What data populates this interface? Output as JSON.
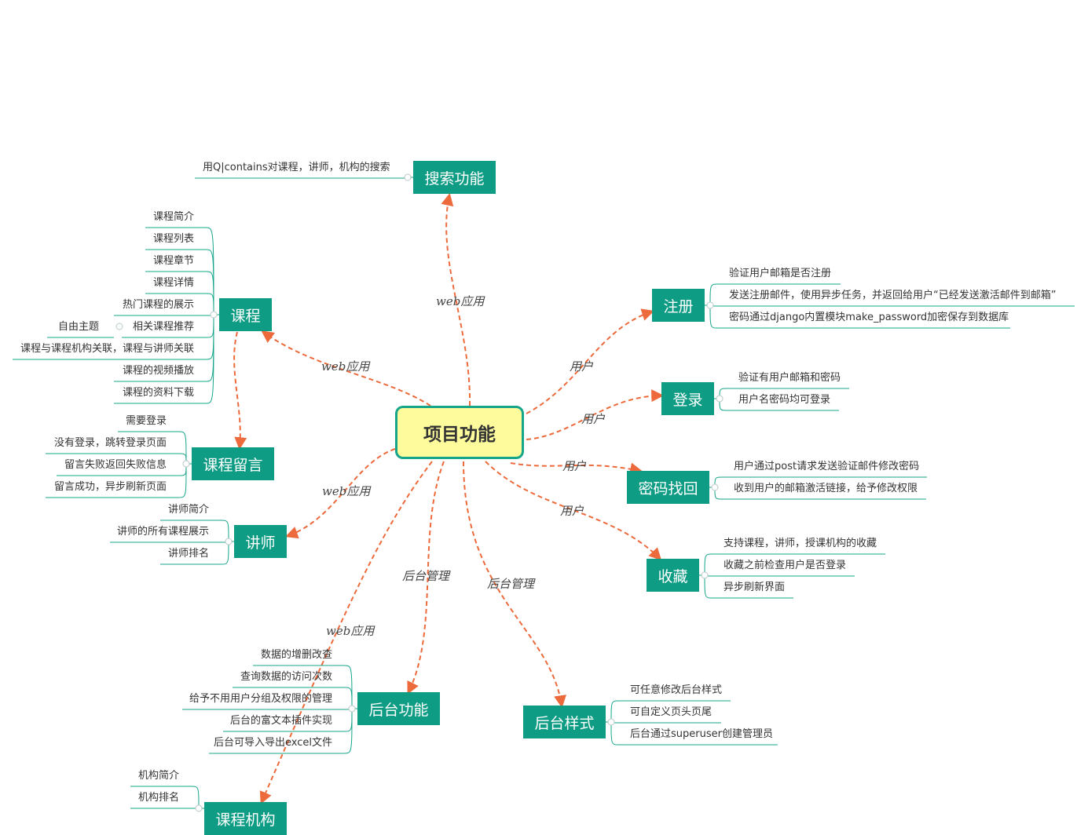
{
  "center": "项目功能",
  "edge_labels": {
    "web": "web应用",
    "user": "用户",
    "admin": "后台管理"
  },
  "nodes": {
    "search": "搜索功能",
    "course": "课程",
    "comment": "课程留言",
    "teacher": "讲师",
    "org": "课程机构",
    "admin_func": "后台功能",
    "admin_style": "后台样式",
    "register": "注册",
    "login": "登录",
    "pwd": "密码找回",
    "fav": "收藏"
  },
  "leaves": {
    "search": [
      "用Q|contains对课程，讲师，机构的搜索"
    ],
    "course": [
      "课程简介",
      "课程列表",
      "课程章节",
      "课程详情",
      "热门课程的展示",
      "相关课程推荐",
      "课程与课程机构关联，课程与讲师关联",
      "课程的视频播放",
      "课程的资料下载"
    ],
    "course_sub": "自由主题",
    "comment": [
      "需要登录",
      "没有登录，跳转登录页面",
      "留言失败返回失败信息",
      "留言成功，异步刷新页面"
    ],
    "teacher": [
      "讲师简介",
      "讲师的所有课程展示",
      "讲师排名"
    ],
    "admin_func": [
      "数据的增删改查",
      "查询数据的访问次数",
      "给予不用用户分组及权限的管理",
      "后台的富文本插件实现",
      "后台可导入导出excel文件"
    ],
    "org": [
      "机构简介",
      "机构排名"
    ],
    "register": [
      "验证用户邮箱是否注册",
      "发送注册邮件，使用异步任务，并返回给用户“已经发送激活邮件到邮箱”",
      "密码通过django内置模块make_password加密保存到数据库"
    ],
    "login": [
      "验证有用户邮箱和密码",
      "用户名密码均可登录"
    ],
    "pwd": [
      "用户通过post请求发送验证邮件修改密码",
      "收到用户的邮箱激活链接，给予修改权限"
    ],
    "fav": [
      "支持课程，讲师，授课机构的收藏",
      "收藏之前检查用户是否登录",
      "异步刷新界面"
    ],
    "admin_style": [
      "可任意修改后台样式",
      "可自定义页头页尾",
      "后台通过superuser创建管理员"
    ]
  },
  "colors": {
    "node_fill": "#0f9c84",
    "center_fill": "#fdfb9c",
    "center_border": "#15a58a",
    "edge": "#ec6a3c",
    "leaf_line": "#15a58a"
  }
}
